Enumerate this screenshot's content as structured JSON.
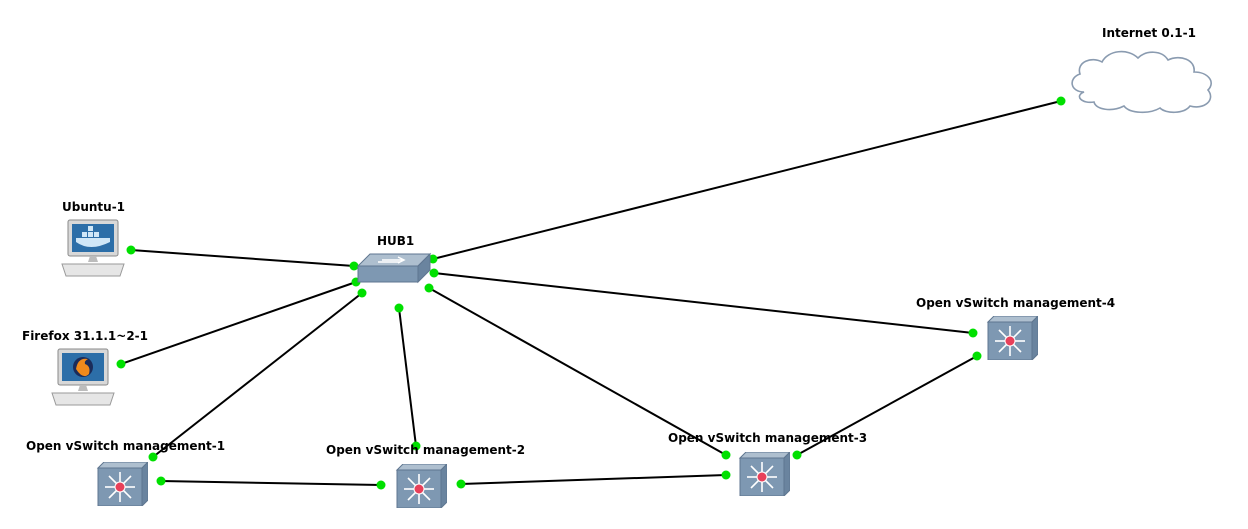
{
  "diagram": {
    "nodes": [
      {
        "id": "internet",
        "type": "cloud",
        "label": "Internet 0.1-1"
      },
      {
        "id": "ubuntu",
        "type": "docker-host",
        "label": "Ubuntu-1"
      },
      {
        "id": "firefox",
        "type": "firefox-host",
        "label": "Firefox 31.1.1~2-1"
      },
      {
        "id": "hub",
        "type": "hub",
        "label": "HUB1"
      },
      {
        "id": "ovs1",
        "type": "switch",
        "label": "Open vSwitch management-1"
      },
      {
        "id": "ovs2",
        "type": "switch",
        "label": "Open vSwitch management-2"
      },
      {
        "id": "ovs3",
        "type": "switch",
        "label": "Open vSwitch management-3"
      },
      {
        "id": "ovs4",
        "type": "switch",
        "label": "Open vSwitch management-4"
      }
    ],
    "links": [
      {
        "from": "hub",
        "to": "internet"
      },
      {
        "from": "ubuntu",
        "to": "hub"
      },
      {
        "from": "firefox",
        "to": "hub"
      },
      {
        "from": "hub",
        "to": "ovs1"
      },
      {
        "from": "hub",
        "to": "ovs2"
      },
      {
        "from": "hub",
        "to": "ovs3"
      },
      {
        "from": "hub",
        "to": "ovs4"
      },
      {
        "from": "ovs1",
        "to": "ovs2"
      },
      {
        "from": "ovs2",
        "to": "ovs3"
      },
      {
        "from": "ovs3",
        "to": "ovs4"
      }
    ],
    "colors": {
      "link": "#000000",
      "port_active": "#00e000",
      "switch_body": "#7e98b2",
      "switch_top": "#aebfcf",
      "switch_hub": "#e8405a",
      "cloud_fill": "#ffffff",
      "cloud_stroke": "#8a9bb0"
    }
  }
}
